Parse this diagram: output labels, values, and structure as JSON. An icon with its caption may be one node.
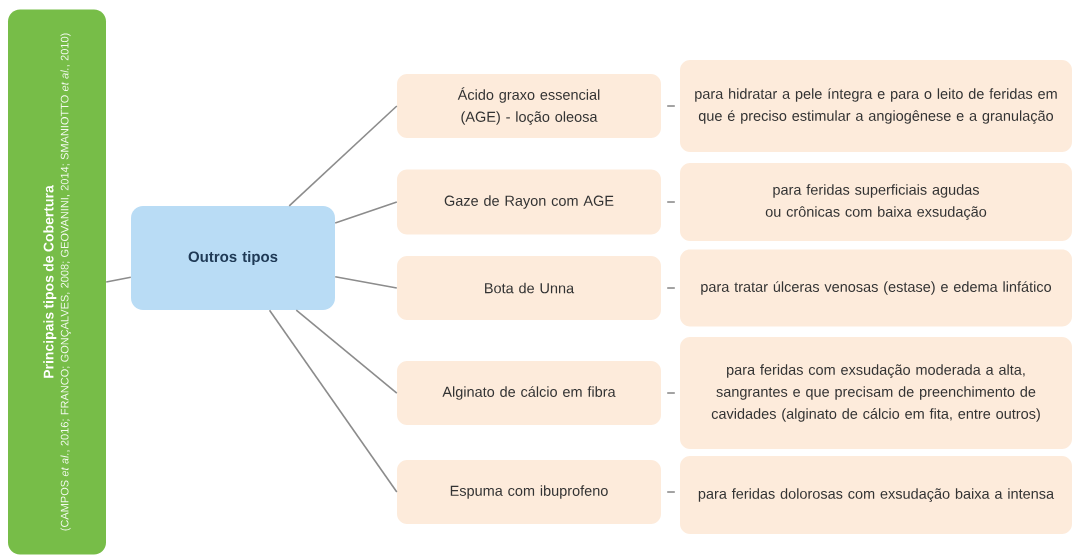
{
  "diagram": {
    "nodes": [
      {
        "text": [
          "Principais tipos de Cobertura",
          "(CAMPOS *et al.*, 2016; FRANCO; GONÇALVES, 2008; GEOVANINI, 2014; SMANIOTTO *et al.*, 2010)"
        ]
      },
      {
        "text": [
          "Outros tipos"
        ]
      },
      {
        "text": [
          "Ácido graxo essencial (AGE) - loção oleosa"
        ]
      },
      {
        "text": [
          "para hidratar a pele íntegra e para o leito de feridas em que é preciso estimular a angiogênese e a granulação"
        ]
      },
      {
        "text": [
          "Gaze de Rayon com AGE"
        ]
      },
      {
        "text": [
          "para feridas superficiais agudas ou crônicas com baixa exsudação"
        ]
      },
      {
        "text": [
          "Bota de Unna"
        ]
      },
      {
        "text": [
          "para tratar úlceras venosas (estase) e edema linfático"
        ]
      },
      {
        "text": [
          "Alginato de cálcio em fibra"
        ]
      },
      {
        "text": [
          "para feridas com exsudação moderada a alta, sangrantes e que precisam de preenchimento de cavidades (alginato de cálcio em fita, entre outros)"
        ]
      },
      {
        "text": [
          "Espuma com ibuprofeno"
        ]
      },
      {
        "text": [
          "para feridas dolorosas com exsudação baixa a intensa"
        ]
      }
    ],
    "edges": [
      {
        "from": 0,
        "to": 1,
        "arrow": "none"
      },
      {
        "from": 1,
        "to": 2,
        "arrow": "none"
      },
      {
        "from": 1,
        "to": 4,
        "arrow": "none"
      },
      {
        "from": 1,
        "to": 6,
        "arrow": "none"
      },
      {
        "from": 1,
        "to": 8,
        "arrow": "none"
      },
      {
        "from": 1,
        "to": 10,
        "arrow": "none"
      },
      {
        "from": 2,
        "to": 3,
        "arrow": "none"
      },
      {
        "from": 4,
        "to": 5,
        "arrow": "none"
      },
      {
        "from": 6,
        "to": 7,
        "arrow": "none"
      },
      {
        "from": 8,
        "to": 9,
        "arrow": "none"
      },
      {
        "from": 10,
        "to": 11,
        "arrow": "none"
      }
    ]
  }
}
